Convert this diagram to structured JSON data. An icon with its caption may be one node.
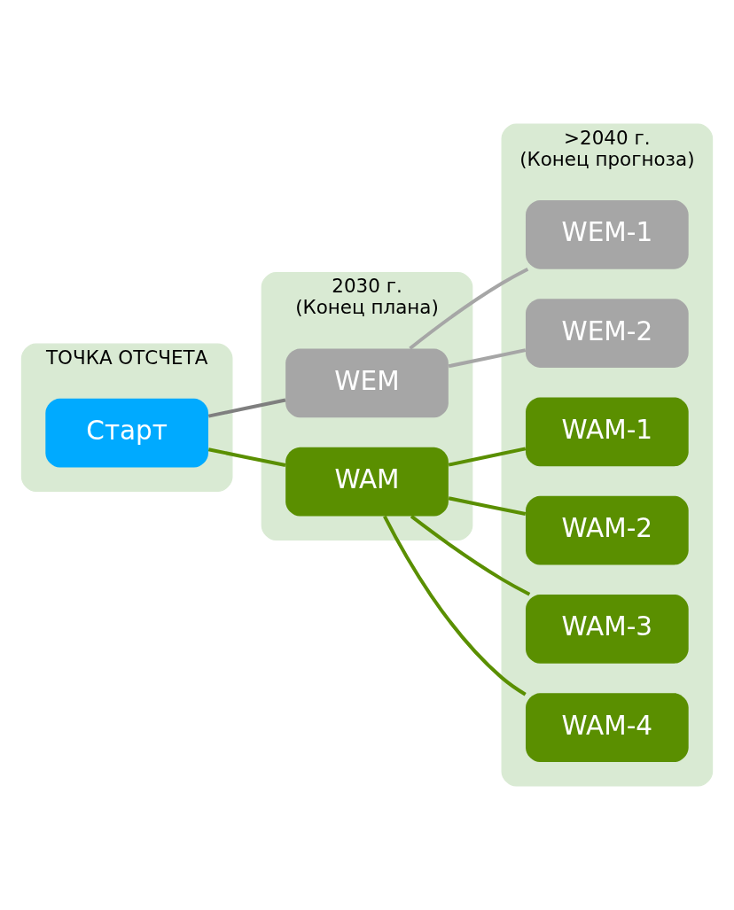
{
  "diagram": {
    "nodes": [
      {
        "text": [
          "ТОЧКА ОТСЧЕТА"
        ]
      },
      {
        "text": [
          "Старт"
        ],
        "in": 0
      },
      {
        "text": [
          "2030 г.",
          "(Конец плана)"
        ]
      },
      {
        "text": [
          "WEM"
        ],
        "in": 2
      },
      {
        "text": [
          "WAM"
        ],
        "in": 2
      },
      {
        "text": [
          ">2040 г.",
          "(Конец прогноза)"
        ]
      },
      {
        "text": [
          "WEM-1"
        ],
        "in": 5
      },
      {
        "text": [
          "WEM-2"
        ],
        "in": 5
      },
      {
        "text": [
          "WAM-1"
        ],
        "in": 5
      },
      {
        "text": [
          "WAM-2"
        ],
        "in": 5
      },
      {
        "text": [
          "WAM-3"
        ],
        "in": 5
      },
      {
        "text": [
          "WAM-4"
        ],
        "in": 5
      }
    ],
    "edges": [
      {
        "from": 1,
        "to": 3,
        "arrow": "none",
        "color": "#7f7f7f"
      },
      {
        "from": 1,
        "to": 4,
        "arrow": "none"
      },
      {
        "from": 3,
        "to": 6,
        "arrow": "none",
        "color": "#a6a6a6"
      },
      {
        "from": 3,
        "to": 7,
        "arrow": "none",
        "color": "#a6a6a6"
      },
      {
        "from": 4,
        "to": 8,
        "arrow": "none"
      },
      {
        "from": 4,
        "to": 9,
        "arrow": "none"
      },
      {
        "from": 4,
        "to": 10,
        "arrow": "none"
      },
      {
        "from": 4,
        "to": 11,
        "arrow": "none"
      }
    ]
  }
}
